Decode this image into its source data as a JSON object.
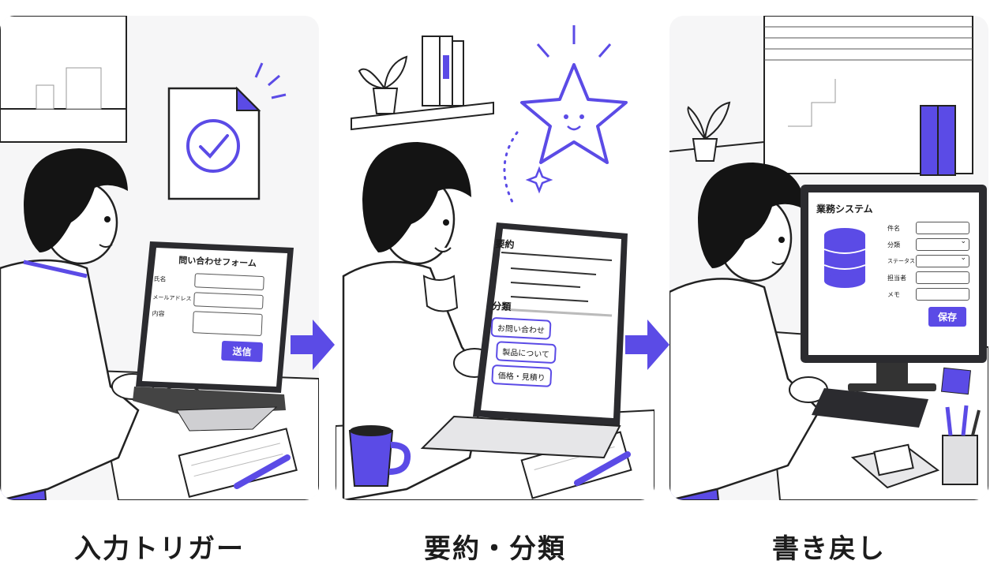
{
  "accent": "#5b4be6",
  "steps": [
    {
      "caption": "入力トリガー",
      "form": {
        "title": "問い合わせフォーム",
        "fields": [
          "氏名",
          "メールアドレス",
          "内容"
        ],
        "submit": "送信"
      },
      "icon": "document-check-icon"
    },
    {
      "caption": "要約・分類",
      "summary": {
        "title": "要約",
        "category_title": "分類",
        "chips": [
          "お問い合わせ",
          "製品について",
          "価格・見積り"
        ]
      },
      "icon": "star-mascot-icon"
    },
    {
      "caption": "書き戻し",
      "system": {
        "title": "業務システム",
        "fields": [
          "件名",
          "分類",
          "ステータス",
          "担当者",
          "メモ"
        ],
        "save": "保存"
      },
      "icon": "database-icon"
    }
  ]
}
